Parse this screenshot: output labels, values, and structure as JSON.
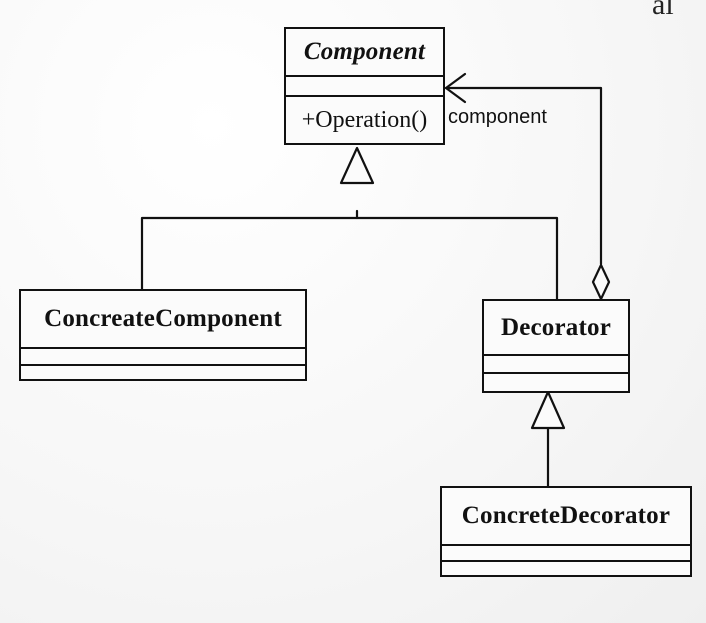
{
  "diagram": {
    "corner_fragment": "al",
    "classes": {
      "component": {
        "name": "Component",
        "operation": "+Operation()"
      },
      "concrete_component": {
        "name": "ConcreateComponent"
      },
      "decorator": {
        "name": "Decorator"
      },
      "concrete_decorator": {
        "name": "ConcreteDecorator"
      }
    },
    "association": {
      "role": "component"
    }
  }
}
